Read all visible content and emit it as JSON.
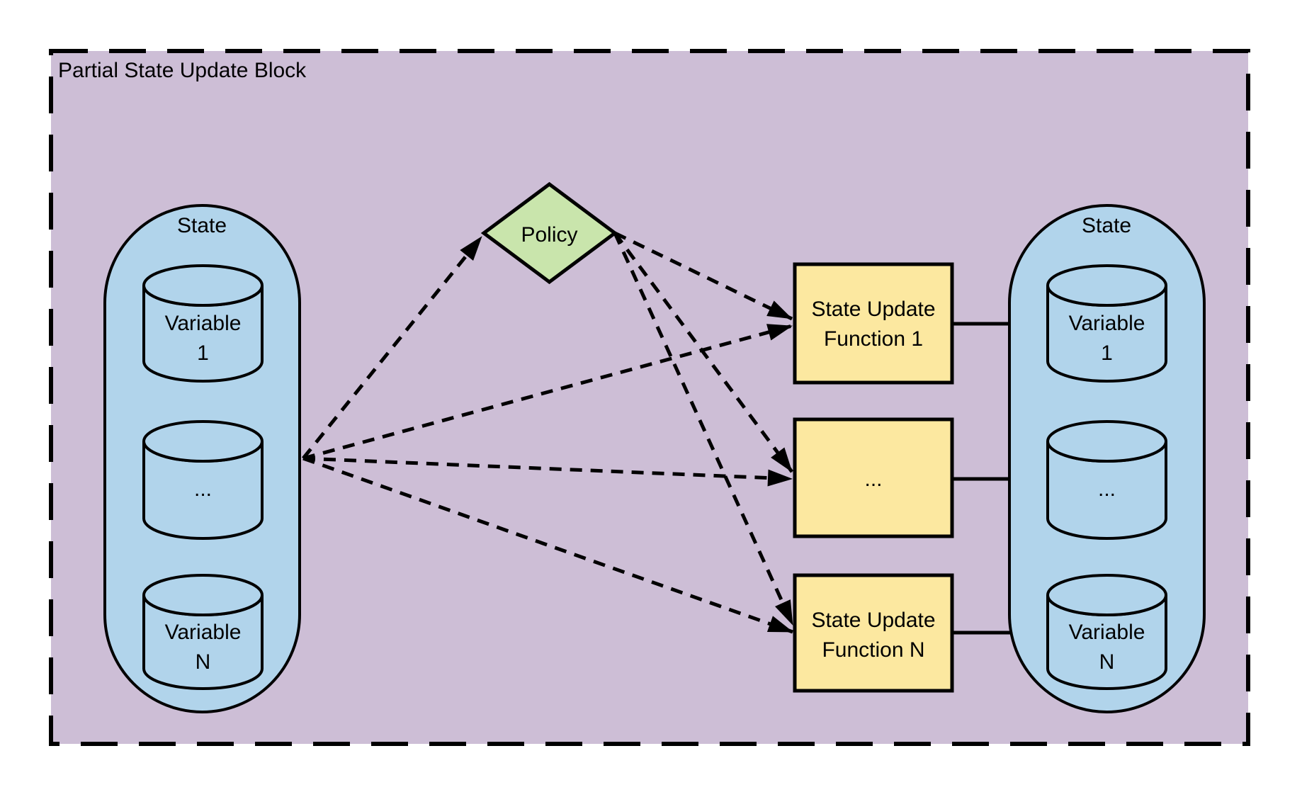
{
  "diagram": {
    "title": "Partial State Update Block",
    "left_state": {
      "label": "State",
      "variables": [
        {
          "line1": "Variable",
          "line2": "1"
        },
        {
          "line1": "...",
          "line2": ""
        },
        {
          "line1": "Variable",
          "line2": "N"
        }
      ]
    },
    "policy": {
      "label": "Policy"
    },
    "functions": [
      {
        "line1": "State Update",
        "line2": "Function 1"
      },
      {
        "line1": "...",
        "line2": ""
      },
      {
        "line1": "State Update",
        "line2": "Function N"
      }
    ],
    "right_state": {
      "label": "State",
      "variables": [
        {
          "line1": "Variable",
          "line2": "1"
        },
        {
          "line1": "...",
          "line2": ""
        },
        {
          "line1": "Variable",
          "line2": "N"
        }
      ]
    },
    "colors": {
      "container_fill": "#cdbed6",
      "state_fill": "#b1d4eb",
      "policy_fill": "#c9e5ac",
      "function_fill": "#fce8a0",
      "stroke": "#000000"
    }
  }
}
